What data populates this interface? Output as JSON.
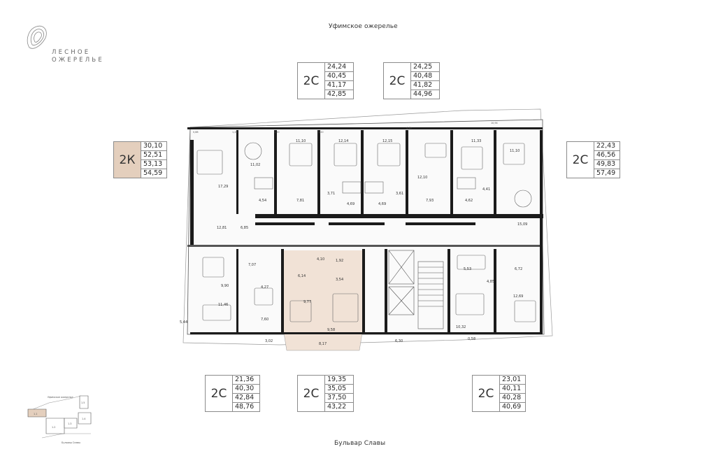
{
  "colors": {
    "accent": "#e4cfbd",
    "highlight": "#f1e2d6",
    "wall": "#1b1b1b"
  },
  "logo": {
    "line1": "ЛЕСНОЕ",
    "line2": "ОЖЕРЕЛЬЕ"
  },
  "streets": {
    "top": "Уфимское ожерелье",
    "bottom": "Бульвар Славы"
  },
  "cards": [
    {
      "code": "2С",
      "areas": [
        "24,24",
        "40,45",
        "41,17",
        "42,85"
      ],
      "highlight": false
    },
    {
      "code": "2С",
      "areas": [
        "24,25",
        "40,48",
        "41,82",
        "44,96"
      ],
      "highlight": false
    },
    {
      "code": "2К",
      "areas": [
        "30,10",
        "52,51",
        "53,13",
        "54,59"
      ],
      "highlight": true
    },
    {
      "code": "2С",
      "areas": [
        "22,43",
        "46,56",
        "49,83",
        "57,49"
      ],
      "highlight": false
    },
    {
      "code": "2С",
      "areas": [
        "21,36",
        "40,30",
        "42,84",
        "48,76"
      ],
      "highlight": false
    },
    {
      "code": "2С",
      "areas": [
        "19,35",
        "35,05",
        "37,50",
        "43,22"
      ],
      "highlight": false
    },
    {
      "code": "2С",
      "areas": [
        "23,01",
        "40,11",
        "40,28",
        "40,69"
      ],
      "highlight": false
    }
  ],
  "rooms": {
    "balc_088": "0,88",
    "balc_120a": "1,20",
    "balc_120b": "1,20",
    "balc_120c": "1,20",
    "loggia_449": "4,49",
    "loggia_1094": "10,94",
    "r1110": "11,10",
    "r1102": "11,02",
    "r1214": "12,14",
    "r1215": "12,15",
    "r1133": "11,33",
    "r1211": "11,10",
    "r1729": "17,29",
    "r454": "4,54",
    "r781": "7,81",
    "r371": "3,71",
    "r469a": "4,69",
    "r469b": "4,69",
    "r361": "3,61",
    "r1210": "12,10",
    "r793": "7,93",
    "r462": "4,62",
    "r441": "4,41",
    "r1281": "12,81",
    "r685": "6,85",
    "r1509": "15,09",
    "r707": "7,07",
    "r990": "9,90",
    "r427": "4,27",
    "r1146": "11,46",
    "r760": "7,60",
    "r410": "4,10",
    "r192": "1,92",
    "r614": "6,14",
    "r354": "3,54",
    "r977": "9,77",
    "r958": "9,58",
    "r553": "5,53",
    "r672": "6,72",
    "r485": "4,85",
    "r1269": "12,69",
    "r1032": "10,32",
    "r544": "5,44",
    "r302": "3,02",
    "r817": "8,17",
    "r630": "6,30",
    "r058": "0,58"
  },
  "keyplan": {
    "street_top": "Уфимское ожерелье",
    "street_bottom": "Бульвар Славы",
    "labels": [
      "1.1",
      "1.2",
      "1.3",
      "1.4",
      "1.5"
    ]
  }
}
